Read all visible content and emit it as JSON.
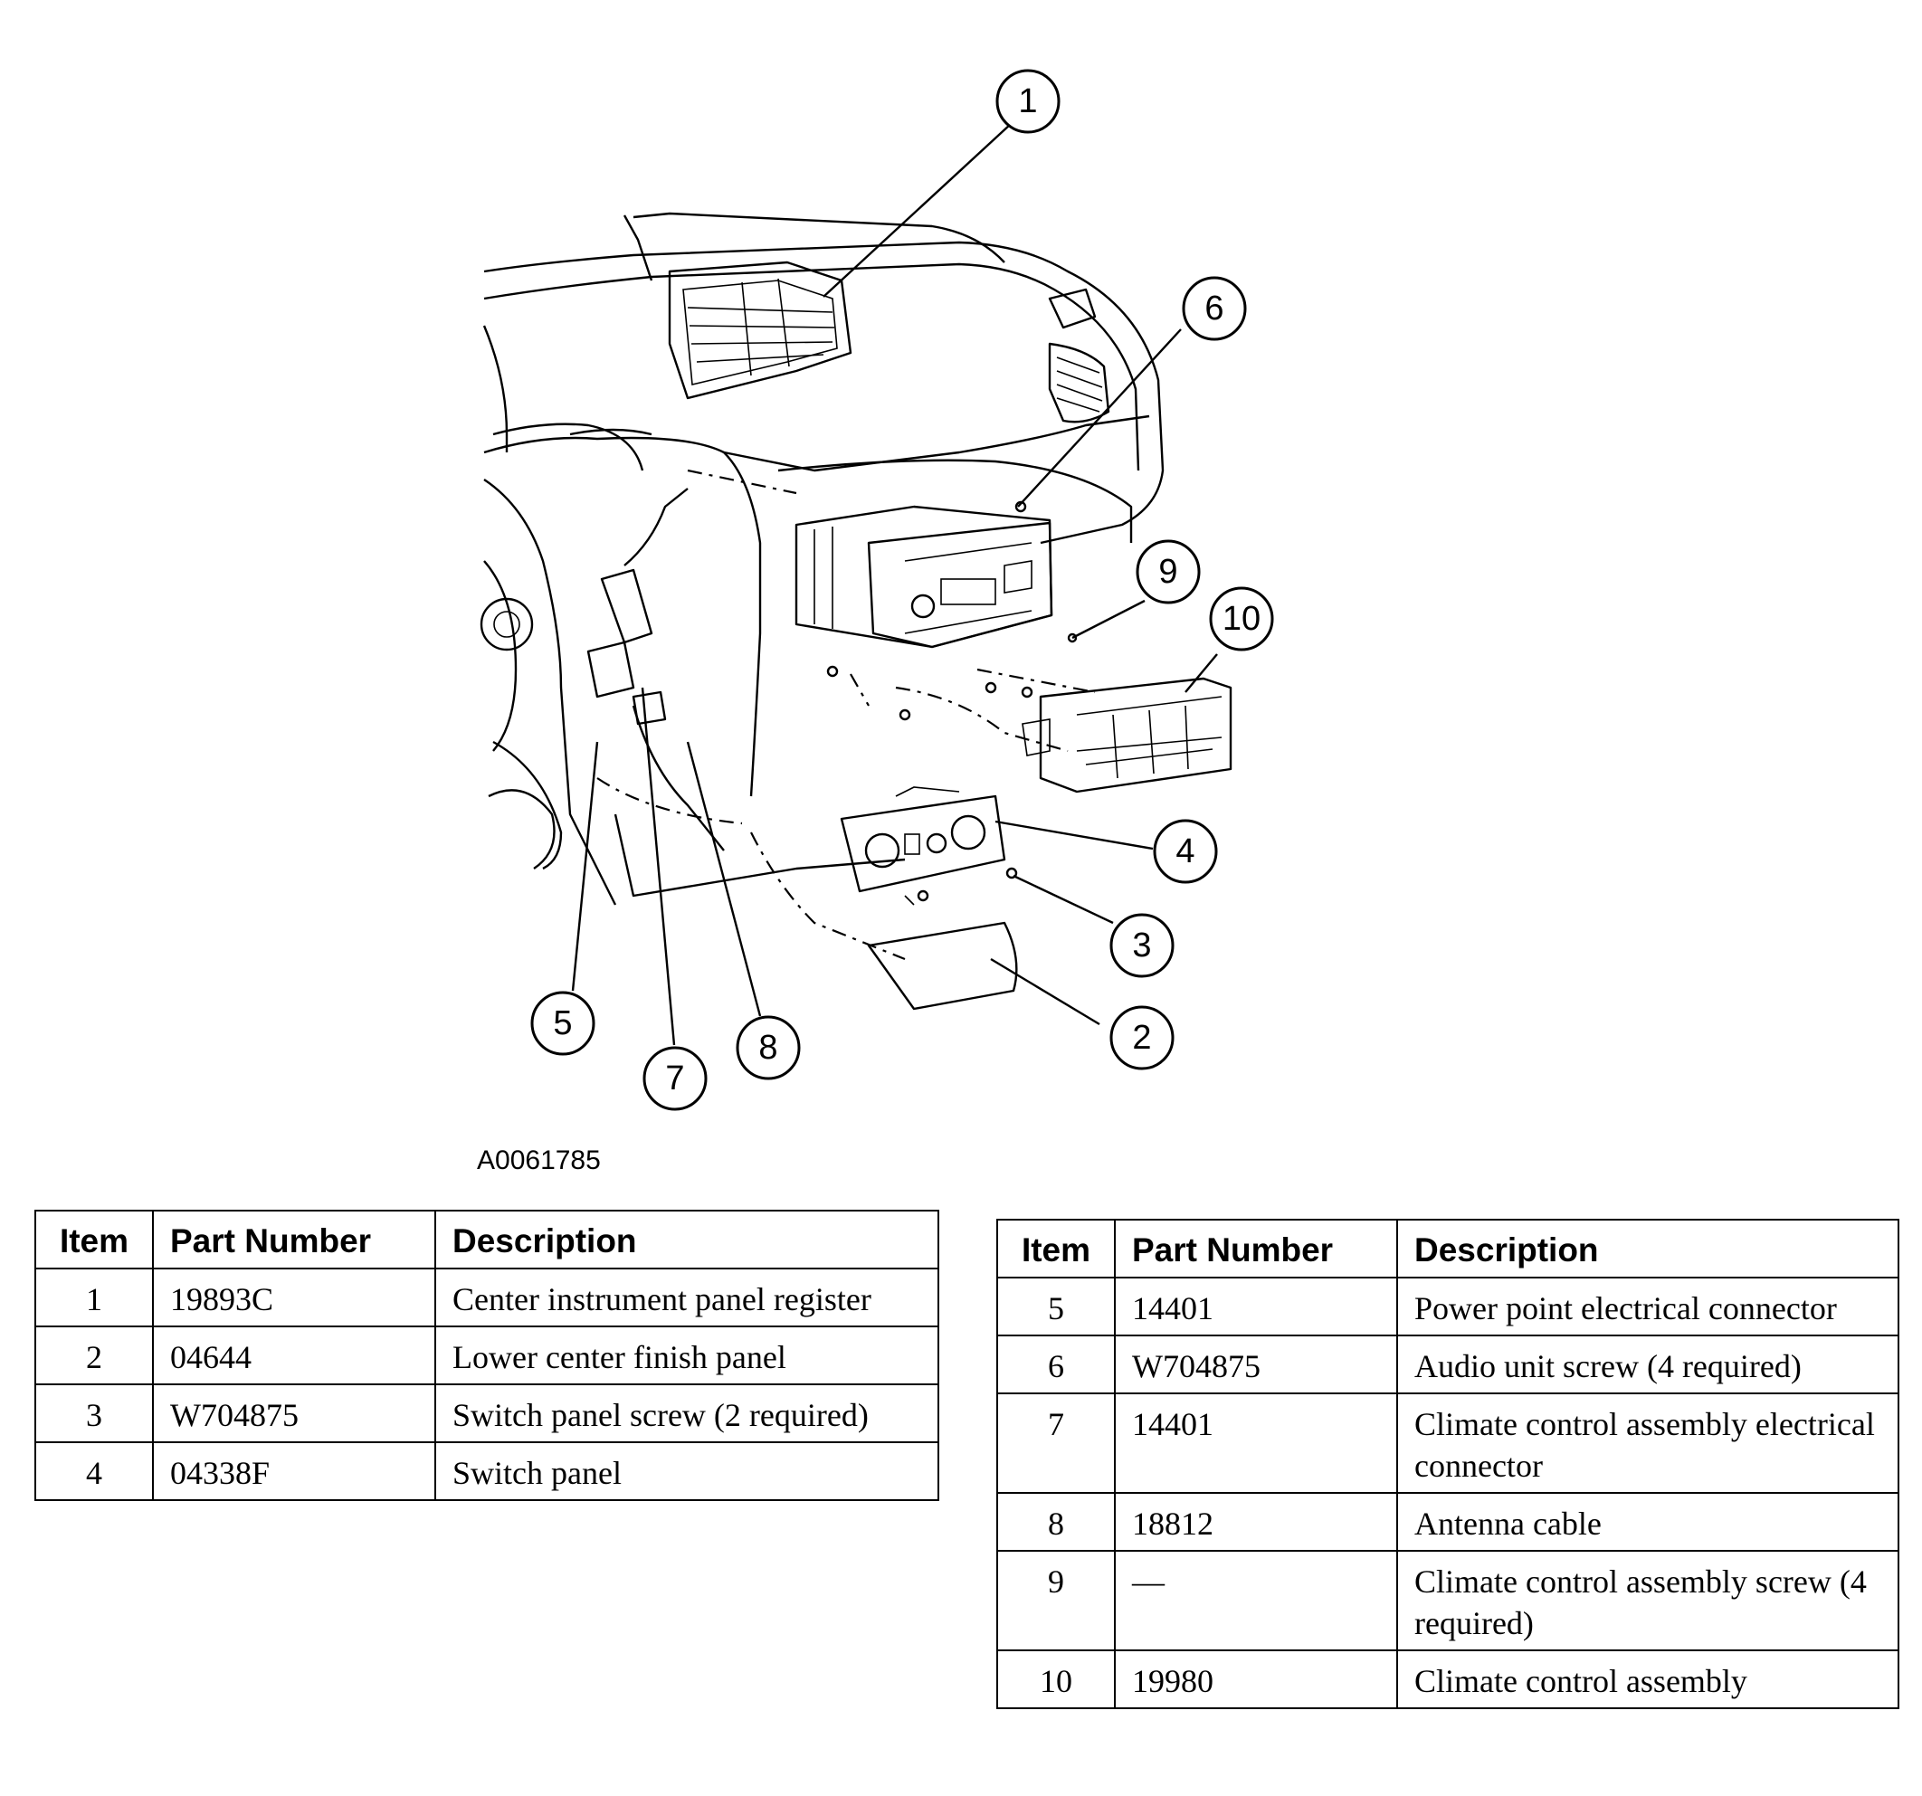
{
  "figure_id": "A0061785",
  "callouts": [
    "1",
    "2",
    "3",
    "4",
    "5",
    "6",
    "7",
    "8",
    "9",
    "10"
  ],
  "table_headers": {
    "item": "Item",
    "part_number": "Part Number",
    "description": "Description"
  },
  "parts_left": [
    {
      "item": "1",
      "part_number": "19893C",
      "description": "Center instrument panel register"
    },
    {
      "item": "2",
      "part_number": "04644",
      "description": "Lower center finish panel"
    },
    {
      "item": "3",
      "part_number": "W704875",
      "description": "Switch panel screw (2 required)"
    },
    {
      "item": "4",
      "part_number": "04338F",
      "description": "Switch panel"
    }
  ],
  "parts_right": [
    {
      "item": "5",
      "part_number": "14401",
      "description": "Power point electrical connector"
    },
    {
      "item": "6",
      "part_number": "W704875",
      "description": "Audio unit screw (4 required)"
    },
    {
      "item": "7",
      "part_number": "14401",
      "description": "Climate control assembly electrical connector"
    },
    {
      "item": "8",
      "part_number": "18812",
      "description": "Antenna cable"
    },
    {
      "item": "9",
      "part_number": "—",
      "description": "Climate control assembly screw (4 required)"
    },
    {
      "item": "10",
      "part_number": "19980",
      "description": "Climate control assembly"
    }
  ]
}
